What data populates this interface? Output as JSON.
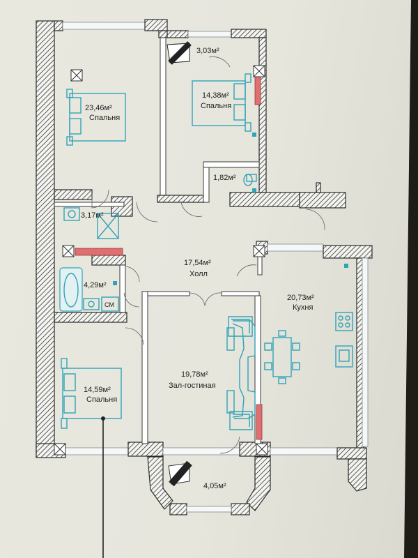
{
  "rooms": [
    {
      "area": "23,46м²",
      "name": "Спальня"
    },
    {
      "area": "3,03м²",
      "name": ""
    },
    {
      "area": "14,38м²",
      "name": "Спальня"
    },
    {
      "area": "1,82м²",
      "name": ""
    },
    {
      "area": "3,17м²",
      "name": ""
    },
    {
      "area": "4,29м²",
      "name": ""
    },
    {
      "area": "17,54м²",
      "name": "Холл"
    },
    {
      "area": "20,73м²",
      "name": "Кухня"
    },
    {
      "area": "19,78м²",
      "name": "Зал-гостиная"
    },
    {
      "area": "14,59м²",
      "name": "Спальня"
    },
    {
      "area": "4,05м²",
      "name": ""
    }
  ],
  "appliance_label": "СМ",
  "colors": {
    "wall_stroke": "#2a2a2a",
    "furniture": "#2fa3b8",
    "accent_red": "#e07070",
    "paper": "#e8e8df",
    "background": "#1f1b17"
  }
}
